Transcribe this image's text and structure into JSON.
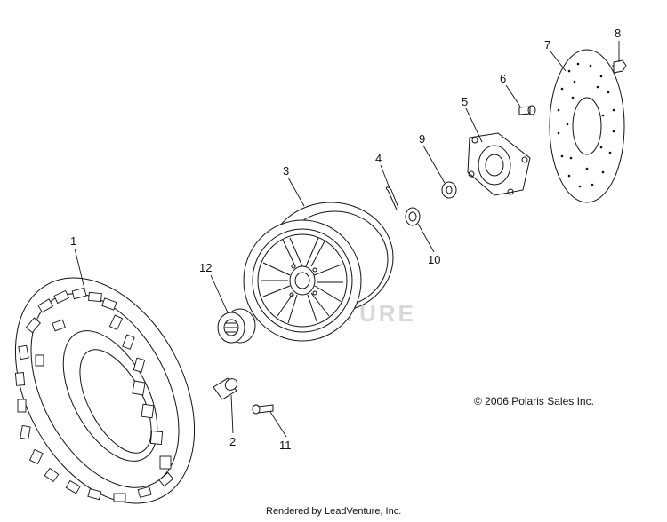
{
  "callouts": {
    "c1": "1",
    "c2": "2",
    "c3": "3",
    "c4": "4",
    "c5": "5",
    "c6": "6",
    "c7": "7",
    "c8": "8",
    "c9": "9",
    "c10": "10",
    "c11": "11",
    "c12": "12"
  },
  "watermark_text": "EXPERTURE",
  "copyright_text": "© 2006 Polaris Sales Inc.",
  "footer_text": "Rendered by LeadVenture, Inc."
}
